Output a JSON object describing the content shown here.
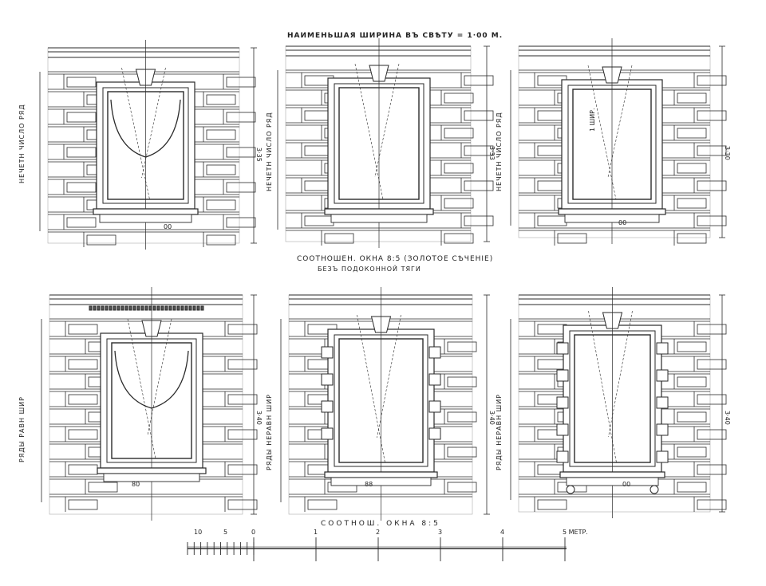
{
  "captions": {
    "top": "НАИМЕНЬШАЯ ШИРИНА ВЪ СВѢТУ = 1·00 М.",
    "middle_line1": "СООТНОШЕН. ОКНА  8:5   (ЗОЛОТОЕ СѢЧЕНІЕ)",
    "middle_line2": "БЕЗЪ ПОДОКОННОЙ ТЯГИ",
    "bottom": "СООТНОШ. ОКНА  8:5"
  },
  "panels": [
    {
      "id": "p1",
      "side_label": "НЕЧЕТН ЧИСЛО РЯД",
      "height_dim": "3·35",
      "sill_mark": "00"
    },
    {
      "id": "p2",
      "side_label": "НЕЧЕТН ЧИСЛО РЯД",
      "height_dim": "3·33",
      "sill_mark": ""
    },
    {
      "id": "p3",
      "side_label": "НЕЧЕТН ЧИСЛО РЯД",
      "height_dim": "3·30",
      "sill_mark": "00",
      "inner_note": "1 ШИР."
    },
    {
      "id": "p4",
      "side_label": "РЯДЫ РАВН ШИР",
      "height_dim": "3·40",
      "sill_mark": "80"
    },
    {
      "id": "p5",
      "side_label": "РЯДЫ НЕРАВН ШИР",
      "height_dim": "3·40",
      "sill_mark": "88"
    },
    {
      "id": "p6",
      "side_label": "РЯДЫ НЕРАВН ШИР",
      "height_dim": "3·40",
      "sill_mark": "00"
    }
  ],
  "scale": {
    "labels": [
      "0",
      "1",
      "2",
      "3",
      "4",
      "5 МЕТР."
    ],
    "minor_labels": [
      "10",
      "5",
      "0"
    ]
  }
}
